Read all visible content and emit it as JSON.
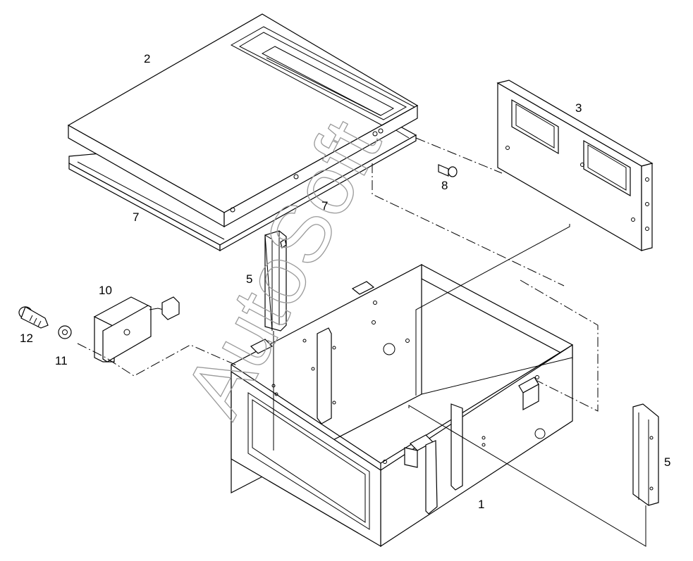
{
  "diagram": {
    "watermark": "AutoSoft",
    "callouts": {
      "box": "1",
      "lid": "2",
      "front_panel": "3",
      "rail_upper": "5",
      "rail_lower": "5",
      "gasket_left": "7",
      "gasket_right": "7",
      "screw_small": "8",
      "module": "10",
      "washer": "11",
      "bolt": "12"
    },
    "colors": {
      "line": "#000000",
      "fill": "#ffffff",
      "watermark": "#9a9a9a"
    }
  }
}
